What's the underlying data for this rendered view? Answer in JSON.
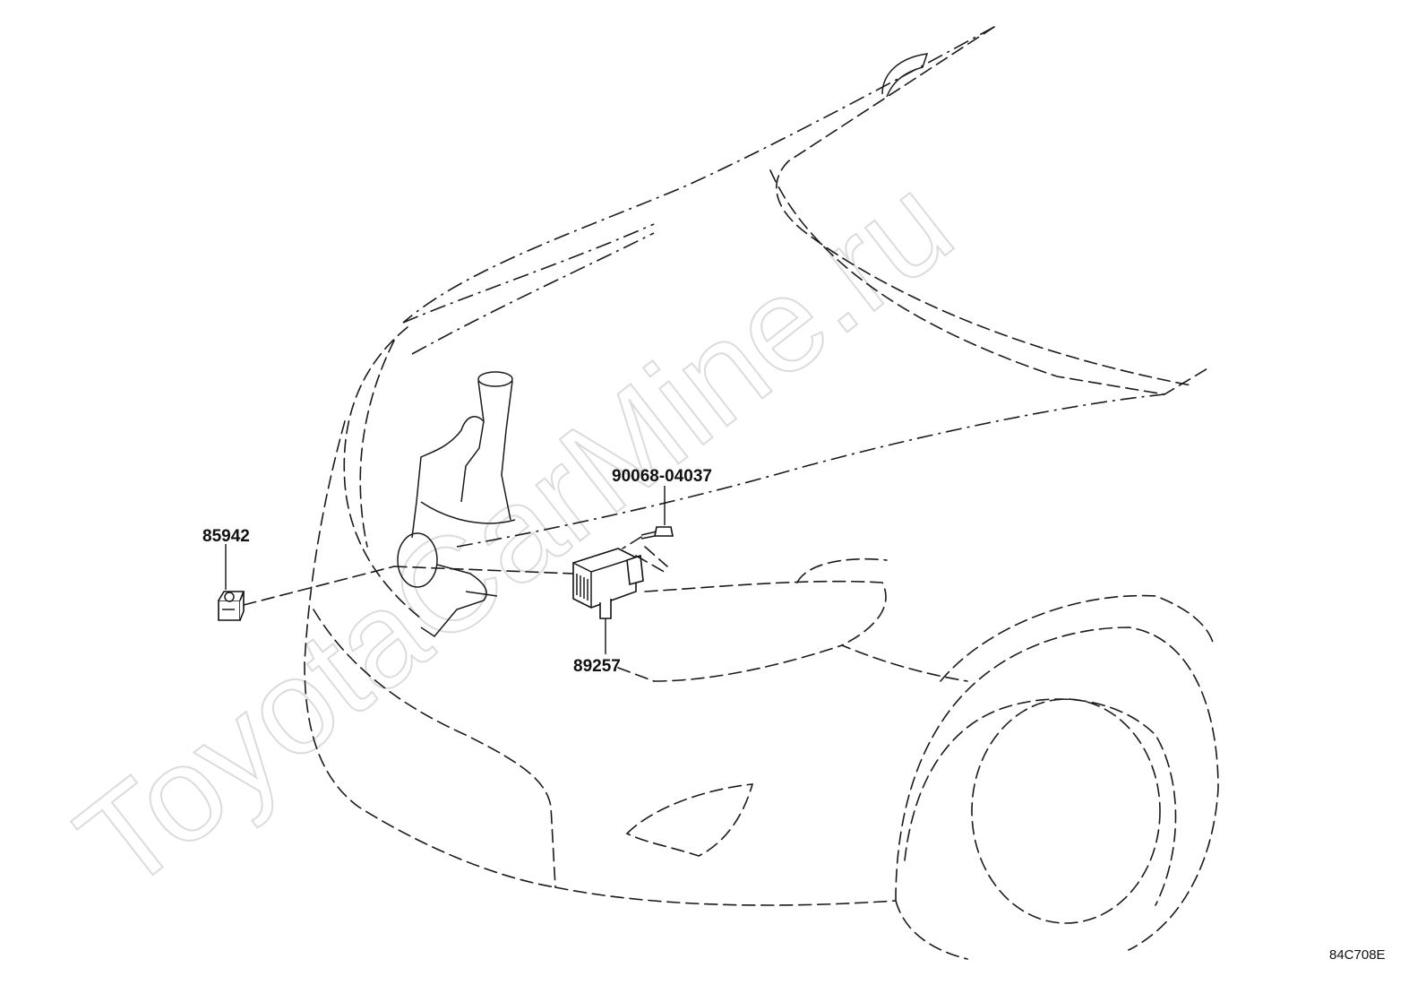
{
  "diagram": {
    "parts": [
      {
        "id": "85942",
        "label": "85942"
      },
      {
        "id": "90068-04037",
        "label": "90068-04037"
      },
      {
        "id": "89257",
        "label": "89257"
      }
    ],
    "diagram_code": "84C708E",
    "watermark": "ToyotaCarMine.ru"
  }
}
